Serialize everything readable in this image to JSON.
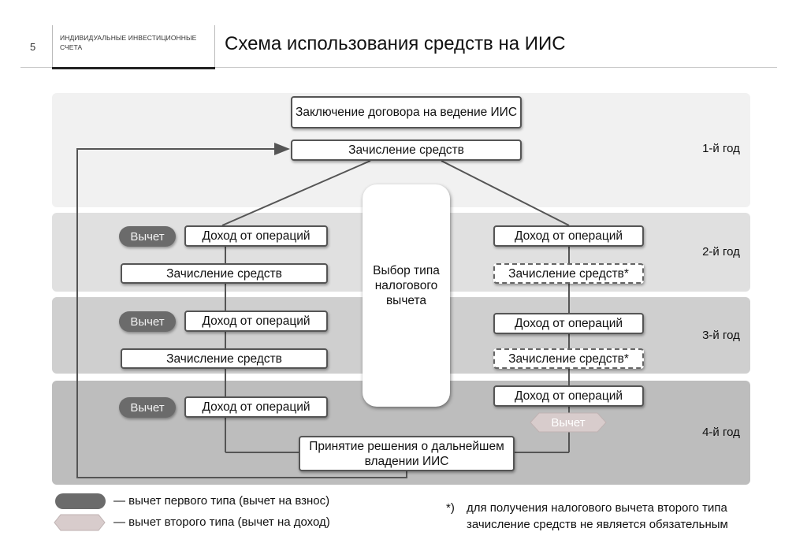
{
  "header": {
    "page_number": "5",
    "section": "ИНДИВИДУАЛЬНЫЕ ИНВЕСТИЦИОННЫЕ СЧЕТА",
    "title": "Схема использования средств на ИИС"
  },
  "years": [
    "1-й год",
    "2-й год",
    "3-й год",
    "4-й год"
  ],
  "top": {
    "contract": "Заключение договора на ведение ИИС",
    "deposit": "Зачисление средств"
  },
  "choice": "Выбор типа налогового вычета",
  "left": {
    "deduct_label": "Вычет",
    "income": "Доход от операций",
    "deposit": "Зачисление средств"
  },
  "right": {
    "income": "Доход от операций",
    "deposit": "Зачисление средств*",
    "deduct_label": "Вычет"
  },
  "decision": "Принятие решения о дальнейшем владении ИИС",
  "legend": {
    "first_type": "— вычет первого типа (вычет на взнос)",
    "second_type": "— вычет второго типа (вычет на доход)"
  },
  "footnote": {
    "marker": "*)",
    "line1": "для получения налогового вычета второго типа",
    "line2": "зачисление средств не является обязательным"
  },
  "colors": {
    "deduct_first": "#6b6b6b",
    "deduct_second": "#d8cccc",
    "band_1": "#f1f1f1",
    "band_2": "#e0e0e0",
    "band_3": "#cfcfcf",
    "band_4": "#bdbdbd"
  }
}
